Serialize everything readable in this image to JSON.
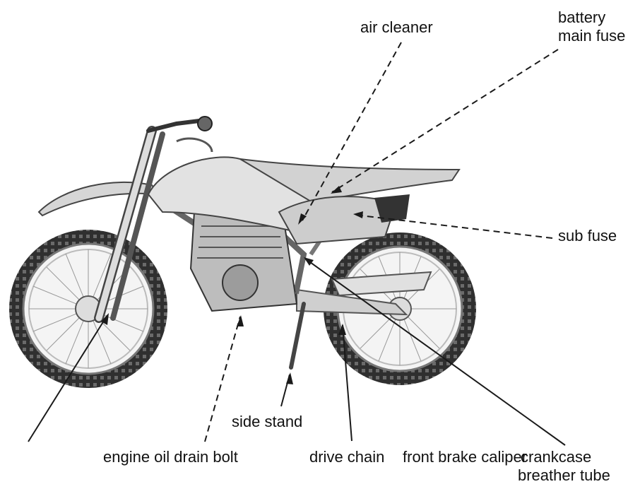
{
  "labels": {
    "air_cleaner": "air cleaner",
    "battery_main_fuse_line1": "battery",
    "battery_main_fuse_line2": "main fuse",
    "sub_fuse": "sub fuse",
    "side_stand": "side stand",
    "engine_oil_drain_bolt": "engine oil  drain bolt",
    "drive_chain": "drive chain",
    "front_brake_caliper": "front brake caliper",
    "crankcase_line1": "crankcase",
    "crankcase_line2": "breather tube"
  },
  "colors": {
    "line": "#1a1a1a",
    "ink": "#111111",
    "tire": "#3a3a3a",
    "body": "#dcdcdc"
  }
}
